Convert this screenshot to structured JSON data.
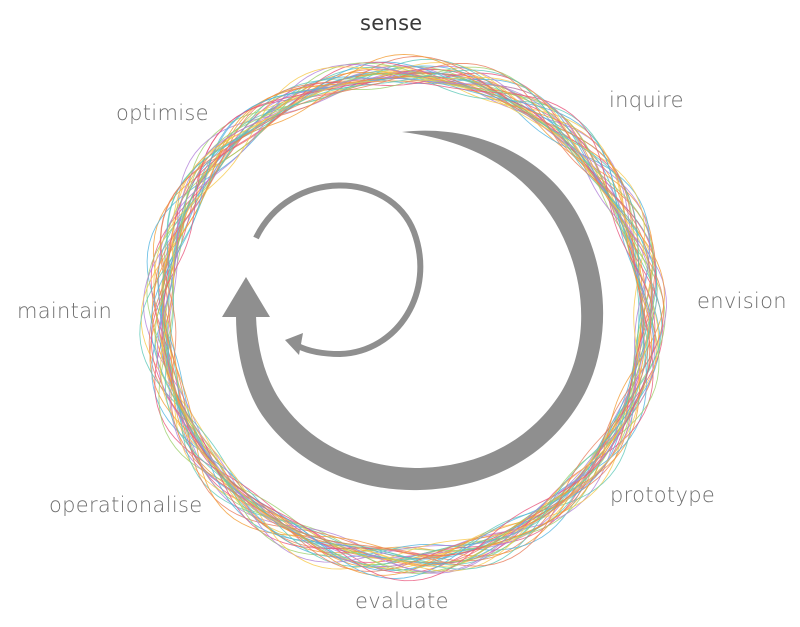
{
  "stages": [
    {
      "key": "sense",
      "label": "sense",
      "active": true
    },
    {
      "key": "inquire",
      "label": "inquire",
      "active": false
    },
    {
      "key": "envision",
      "label": "envision",
      "active": false
    },
    {
      "key": "prototype",
      "label": "prototype",
      "active": false
    },
    {
      "key": "evaluate",
      "label": "evaluate",
      "active": false
    },
    {
      "key": "operationalise",
      "label": "operationalise",
      "active": false
    },
    {
      "key": "maintain",
      "label": "maintain",
      "active": false
    },
    {
      "key": "optimise",
      "label": "optimise",
      "active": false
    }
  ],
  "colors": {
    "arrow": "#8f8f8f",
    "label": "#6e6e6e",
    "label_active": "#3a3a3a",
    "strands": [
      "#f39c33",
      "#4fb3e0",
      "#e8547a",
      "#9bd06a",
      "#b07fd8",
      "#f7c948",
      "#5cc8b8",
      "#e97c5a"
    ]
  },
  "icons": {
    "outer_loop": "clockwise-large-arrow-icon",
    "inner_loop": "counterclockwise-small-arrow-icon"
  }
}
